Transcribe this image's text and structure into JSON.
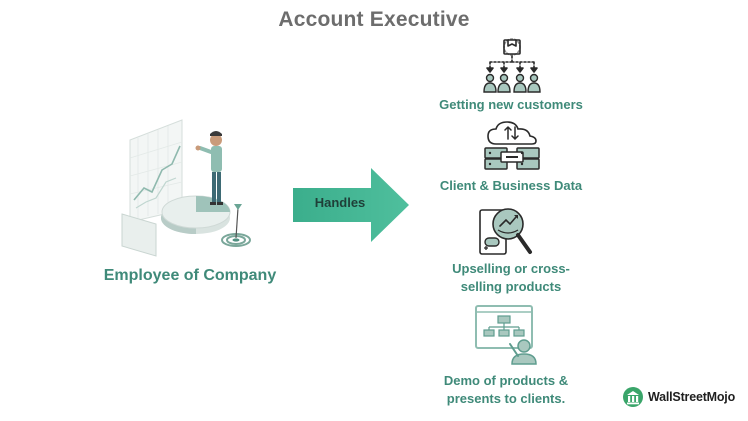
{
  "title": "Account Executive",
  "employee": {
    "label": "Employee of Company"
  },
  "connector": {
    "label": "Handles"
  },
  "items": [
    {
      "label_line1": "Getting new customers",
      "label_line2": "",
      "icon": "customer-network-icon"
    },
    {
      "label_line1": "Client & Business Data",
      "label_line2": "",
      "icon": "cloud-database-icon"
    },
    {
      "label_line1": "Upselling or cross-",
      "label_line2": "selling products",
      "icon": "upselling-icon"
    },
    {
      "label_line1": "Demo of products &",
      "label_line2": "presents to clients.",
      "icon": "presentation-icon"
    }
  ],
  "brand": {
    "name": "WallStreetMojo",
    "logo": "wallstreetmojo-logo"
  },
  "colors": {
    "accent": "#3f8a79",
    "arrow": "#3aa98a",
    "title": "#6d6d6d",
    "icon_stroke": "#2a2a2a"
  }
}
